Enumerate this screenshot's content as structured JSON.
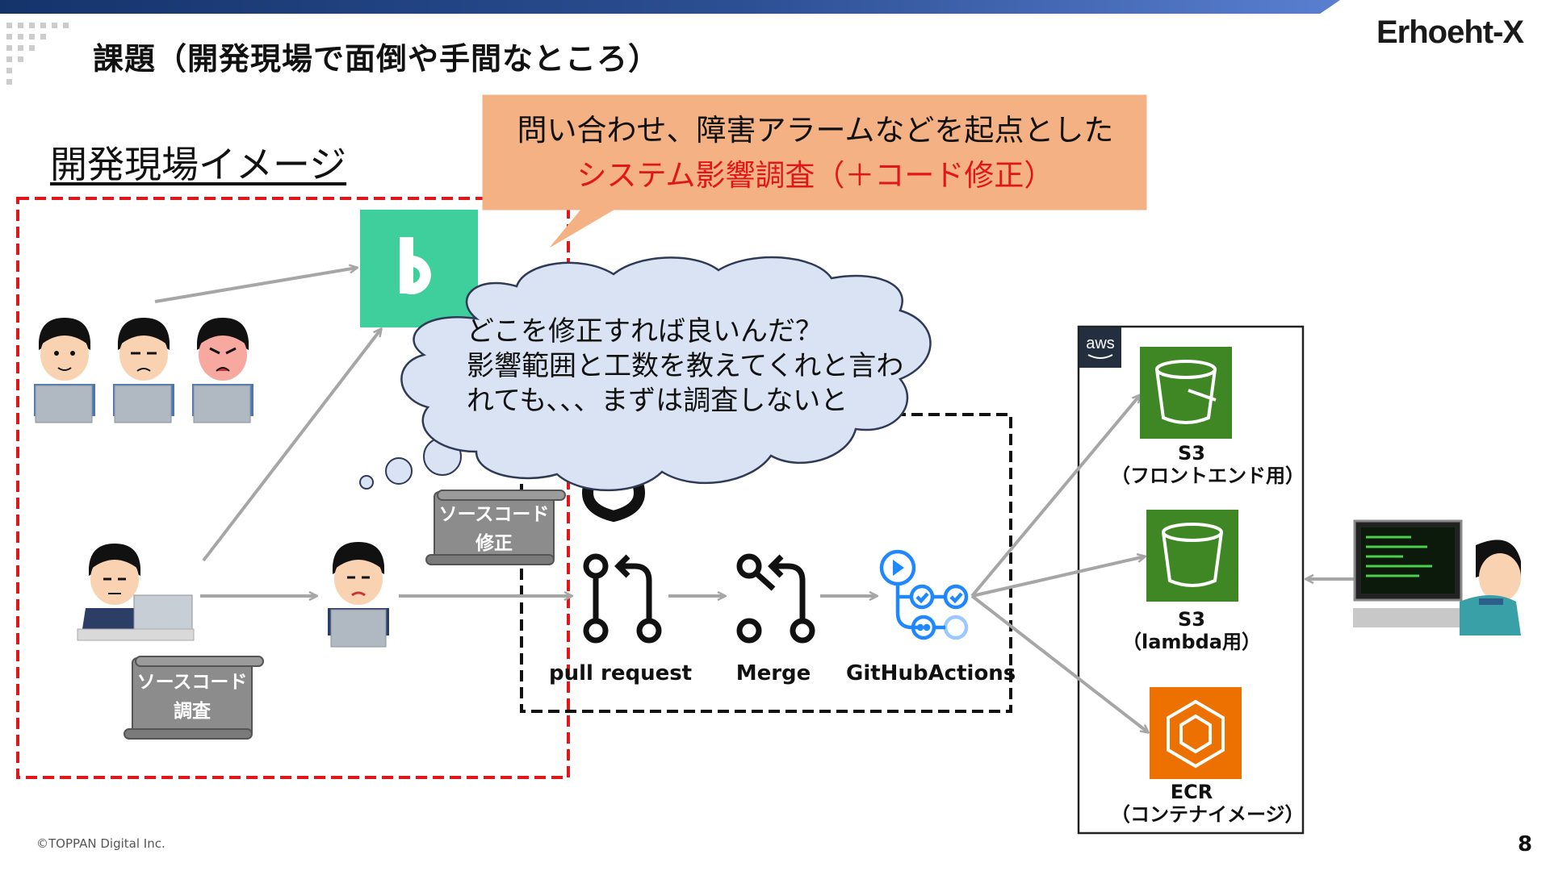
{
  "slide": {
    "title": "課題（開発現場で面倒や手間なところ）",
    "logo": "Erhoeht-X",
    "page_number": "8",
    "copyright": "©TOPPAN Digital Inc."
  },
  "section_title": "開発現場イメージ",
  "callout": {
    "line1": "問い合わせ、障害アラームなどを起点とした",
    "line2": "システム影響調査（＋コード修正）"
  },
  "thought_cloud": {
    "lines": [
      "どこを修正すれば良いんだ？",
      "影響範囲と工数を教えてくれと言わ",
      "れても、、、まずは調査しないと"
    ]
  },
  "scrolls": {
    "investigate": [
      "ソースコード",
      "調査"
    ],
    "fix": [
      "ソースコード",
      "修正"
    ]
  },
  "flow": {
    "pull_request": "pull request",
    "merge": "Merge",
    "github_actions": "GitHubActions"
  },
  "aws": {
    "badge": "aws",
    "services": [
      {
        "name": "S3",
        "sub": "（フロントエンド用）"
      },
      {
        "name": "S3",
        "sub": "（lambda用）"
      },
      {
        "name": "ECR",
        "sub": "（コンテナイメージ）"
      }
    ]
  },
  "colors": {
    "title_bar": "#2c4f93",
    "callout_fill": "#f4b183",
    "callout_highlight": "#e0161b",
    "cloud_fill": "#dae3f3",
    "cloud_stroke": "#2f3a56",
    "red_dashed": "#e0161b",
    "app_icon": "#3ecf9c",
    "s3": "#3f8624",
    "ecr": "#ed7100",
    "github_actions": "#2088ff",
    "arrow": "#a6a6a6",
    "scroll": "#8c8c8c"
  },
  "icons": [
    "backlog-app-icon",
    "developer-laptop-icon",
    "pull-request-icon",
    "merge-icon",
    "github-actions-icon",
    "s3-bucket-icon",
    "ecr-icon",
    "terminal-operator-icon"
  ]
}
